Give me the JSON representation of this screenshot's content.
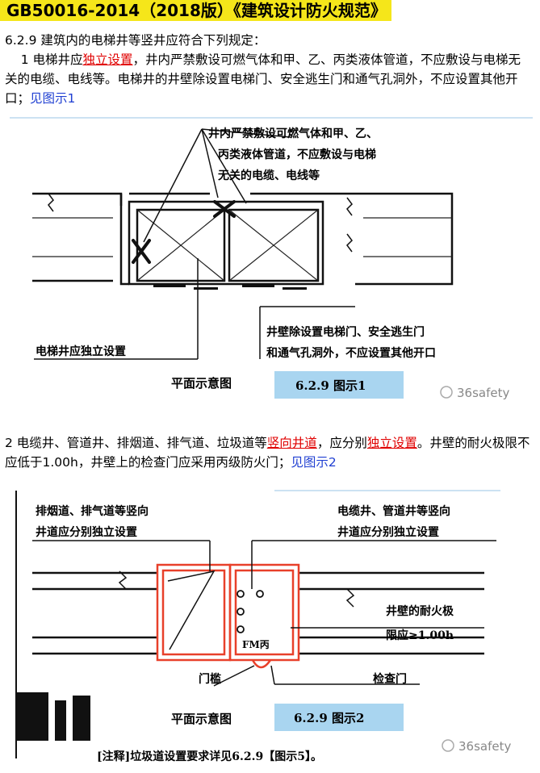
{
  "title": "GB50016-2014（2018版）《建筑设计防火规范》",
  "clause": {
    "heading": "6.2.9  建筑内的电梯井等竖井应符合下列规定：",
    "item1": {
      "prefix": "    1 电梯井应",
      "link1": "独立设置",
      "mid": "，井内严禁敷设可燃气体和甲、乙、丙类液体管道，不应敷设与电梯无关的电缆、电线等。电梯井的井壁除设置电梯门、安全逃生门和通气孔洞外，不应设置其他开口；",
      "see": "见图示1"
    },
    "item2": {
      "prefix": "2 电缆井、管道井、排烟道、排气道、垃圾道等",
      "link1": "竖向井道",
      "mid1": "，应分别",
      "link2": "独立设置",
      "mid2": "。井壁的耐火极限不应低于1.00h，井壁上的检查门应采用丙级防火门；",
      "see": "见图示2"
    }
  },
  "figure1": {
    "note_top": [
      "井内严禁敷设可燃气体和甲、乙、",
      "丙类液体管道，不应敷设与电梯",
      "无关的电缆、电线等"
    ],
    "note_left": "电梯井应独立设置",
    "note_right": [
      "井壁除设置电梯门、安全逃生门",
      "和通气孔洞外，不应设置其他开口"
    ],
    "caption": "平面示意图",
    "badge": "6.2.9 图示1",
    "watermark": "36safety"
  },
  "figure2": {
    "note_left": [
      "排烟道、排气道等竖向",
      "井道应分别独立设置"
    ],
    "note_right": [
      "电缆井、管道井等竖向",
      "井道应分别独立设置"
    ],
    "note_fire": [
      "井壁的耐火极",
      "限应≥1.00h"
    ],
    "door_label": "FM丙",
    "sill_label": "门槛",
    "check_door": "检查门",
    "caption": "平面示意图",
    "badge": "6.2.9 图示2",
    "footnote": "[注释]垃圾道设置要求详见6.2.9【图示5】。",
    "watermark": "36safety"
  },
  "colors": {
    "title_bg": "#f5e61a",
    "link_red": "#e00000",
    "link_blue": "#1f3fd2",
    "badge_bg": "#a9d5f0",
    "shaft_red": "#e8402a"
  }
}
